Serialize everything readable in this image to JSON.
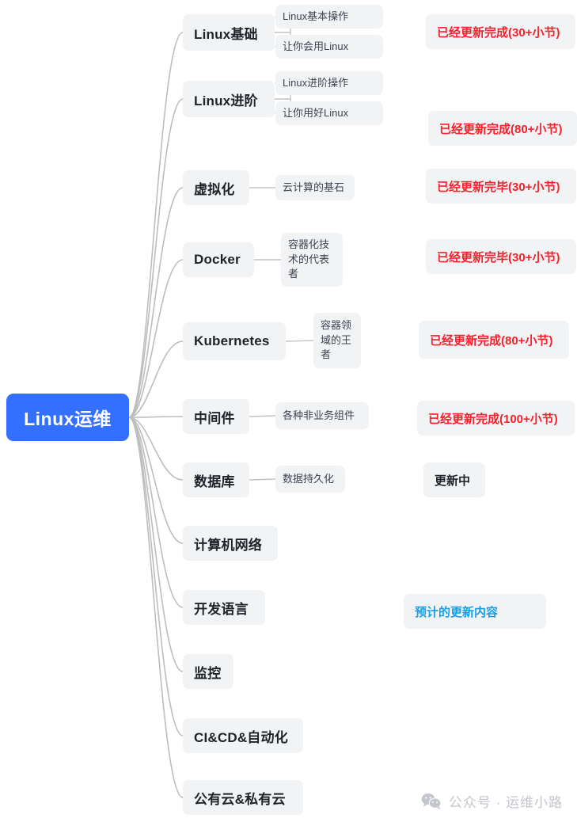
{
  "diagram": {
    "type": "mind-map",
    "root": {
      "label": "Linux运维"
    },
    "accent_colors": {
      "root_fill": "#3370ff",
      "node_fill": "#f2f3f5",
      "done_text": "#f5222d",
      "planned_text": "#16a0e8",
      "link_stroke": "#bbbbbb"
    },
    "branches": [
      {
        "label": "Linux基础",
        "children": [
          "Linux基本操作",
          "让你会用Linux"
        ],
        "status": "已经更新完成(30+小节)",
        "status_kind": "done"
      },
      {
        "label": "Linux进阶",
        "children": [
          "Linux进阶操作",
          "让你用好Linux"
        ],
        "status": "已经更新完成(80+小节)",
        "status_kind": "done"
      },
      {
        "label": "虚拟化",
        "children": [
          "云计算的基石"
        ],
        "status": "已经更新完毕(30+小节)",
        "status_kind": "done"
      },
      {
        "label": "Docker",
        "children": [
          "容器化技术的代表者"
        ],
        "status": "已经更新完毕(30+小节)",
        "status_kind": "done"
      },
      {
        "label": "Kubernetes",
        "children": [
          "容器领域的王者"
        ],
        "status": "已经更新完成(80+小节)",
        "status_kind": "done"
      },
      {
        "label": "中间件",
        "children": [
          "各种非业务组件"
        ],
        "status": "已经更新完成(100+小节)",
        "status_kind": "done"
      },
      {
        "label": "数据库",
        "children": [
          "数据持久化"
        ],
        "status": "更新中",
        "status_kind": "progress"
      },
      {
        "label": "计算机网络",
        "children": [],
        "status": "",
        "status_kind": "none"
      },
      {
        "label": "开发语言",
        "children": [],
        "status": "预计的更新内容",
        "status_kind": "planned"
      },
      {
        "label": "监控",
        "children": [],
        "status": "",
        "status_kind": "none"
      },
      {
        "label": "CI&CD&自动化",
        "children": [],
        "status": "",
        "status_kind": "none"
      },
      {
        "label": "公有云&私有云",
        "children": [],
        "status": "",
        "status_kind": "none"
      }
    ]
  },
  "watermark": {
    "icon": "wechat-icon",
    "text": "公众号 · 运维小路"
  }
}
